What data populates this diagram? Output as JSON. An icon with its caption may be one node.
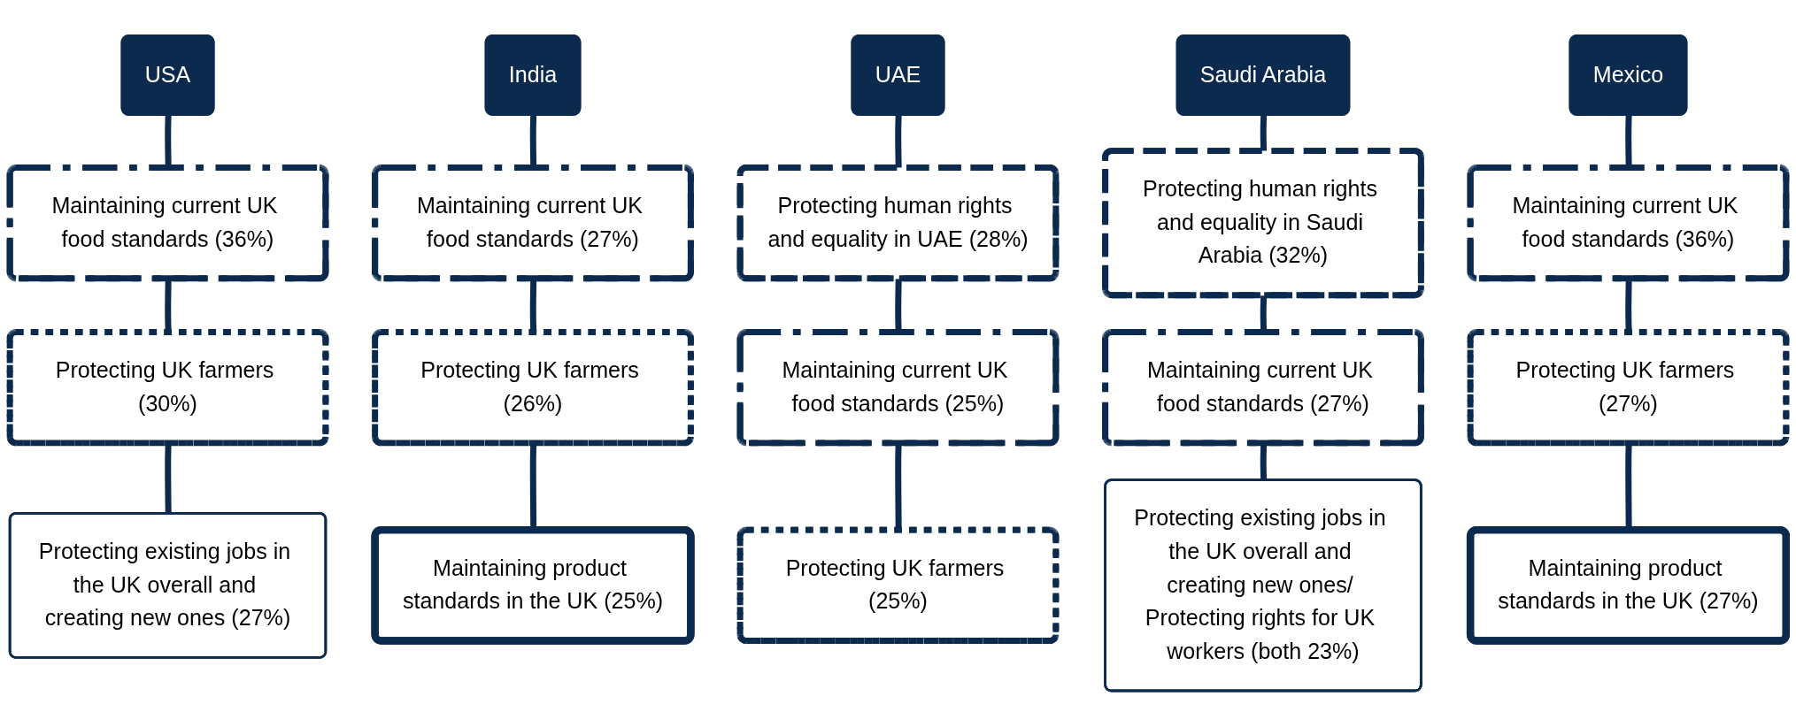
{
  "diagram": {
    "nodes": [
      {
        "text": [
          "USA"
        ]
      },
      {
        "text": [
          "Maintaining current UK food standards (36%)"
        ]
      },
      {
        "text": [
          "Protecting UK farmers (30%)"
        ]
      },
      {
        "text": [
          "Protecting existing jobs in the UK overall and creating new ones (27%)"
        ]
      },
      {
        "text": [
          "India"
        ]
      },
      {
        "text": [
          "Maintaining current UK food standards (27%)"
        ]
      },
      {
        "text": [
          "Protecting UK farmers (26%)"
        ]
      },
      {
        "text": [
          "Maintaining product standards in the UK (25%)"
        ]
      },
      {
        "text": [
          "UAE"
        ]
      },
      {
        "text": [
          "Protecting human rights and equality in UAE (28%)"
        ]
      },
      {
        "text": [
          "Maintaining current UK food standards (25%)"
        ]
      },
      {
        "text": [
          "Protecting UK farmers (25%)"
        ]
      },
      {
        "text": [
          "Saudi Arabia"
        ]
      },
      {
        "text": [
          "Protecting human rights and equality in Saudi Arabia (32%)"
        ]
      },
      {
        "text": [
          "Maintaining current UK food standards (27%)"
        ]
      },
      {
        "text": [
          "Protecting existing jobs in the UK overall and creating new ones/ Protecting rights for UK workers (both 23%)"
        ]
      },
      {
        "text": [
          "Mexico"
        ]
      },
      {
        "text": [
          "Maintaining current UK food standards (36%)"
        ]
      },
      {
        "text": [
          "Protecting UK farmers (27%)"
        ]
      },
      {
        "text": [
          "Maintaining product standards in the UK (27%)"
        ]
      }
    ],
    "edges": [
      {
        "from": 0,
        "to": 1,
        "arrow": "none"
      },
      {
        "from": 1,
        "to": 2,
        "arrow": "none"
      },
      {
        "from": 2,
        "to": 3,
        "arrow": "none"
      },
      {
        "from": 4,
        "to": 5,
        "arrow": "none"
      },
      {
        "from": 5,
        "to": 6,
        "arrow": "none"
      },
      {
        "from": 6,
        "to": 7,
        "arrow": "none"
      },
      {
        "from": 8,
        "to": 9,
        "arrow": "none"
      },
      {
        "from": 9,
        "to": 10,
        "arrow": "none"
      },
      {
        "from": 10,
        "to": 11,
        "arrow": "none"
      },
      {
        "from": 12,
        "to": 13,
        "arrow": "none"
      },
      {
        "from": 13,
        "to": 14,
        "arrow": "none"
      },
      {
        "from": 14,
        "to": 15,
        "arrow": "none"
      },
      {
        "from": 16,
        "to": 17,
        "arrow": "none"
      },
      {
        "from": 17,
        "to": 18,
        "arrow": "none"
      },
      {
        "from": 18,
        "to": 19,
        "arrow": "none"
      }
    ]
  }
}
